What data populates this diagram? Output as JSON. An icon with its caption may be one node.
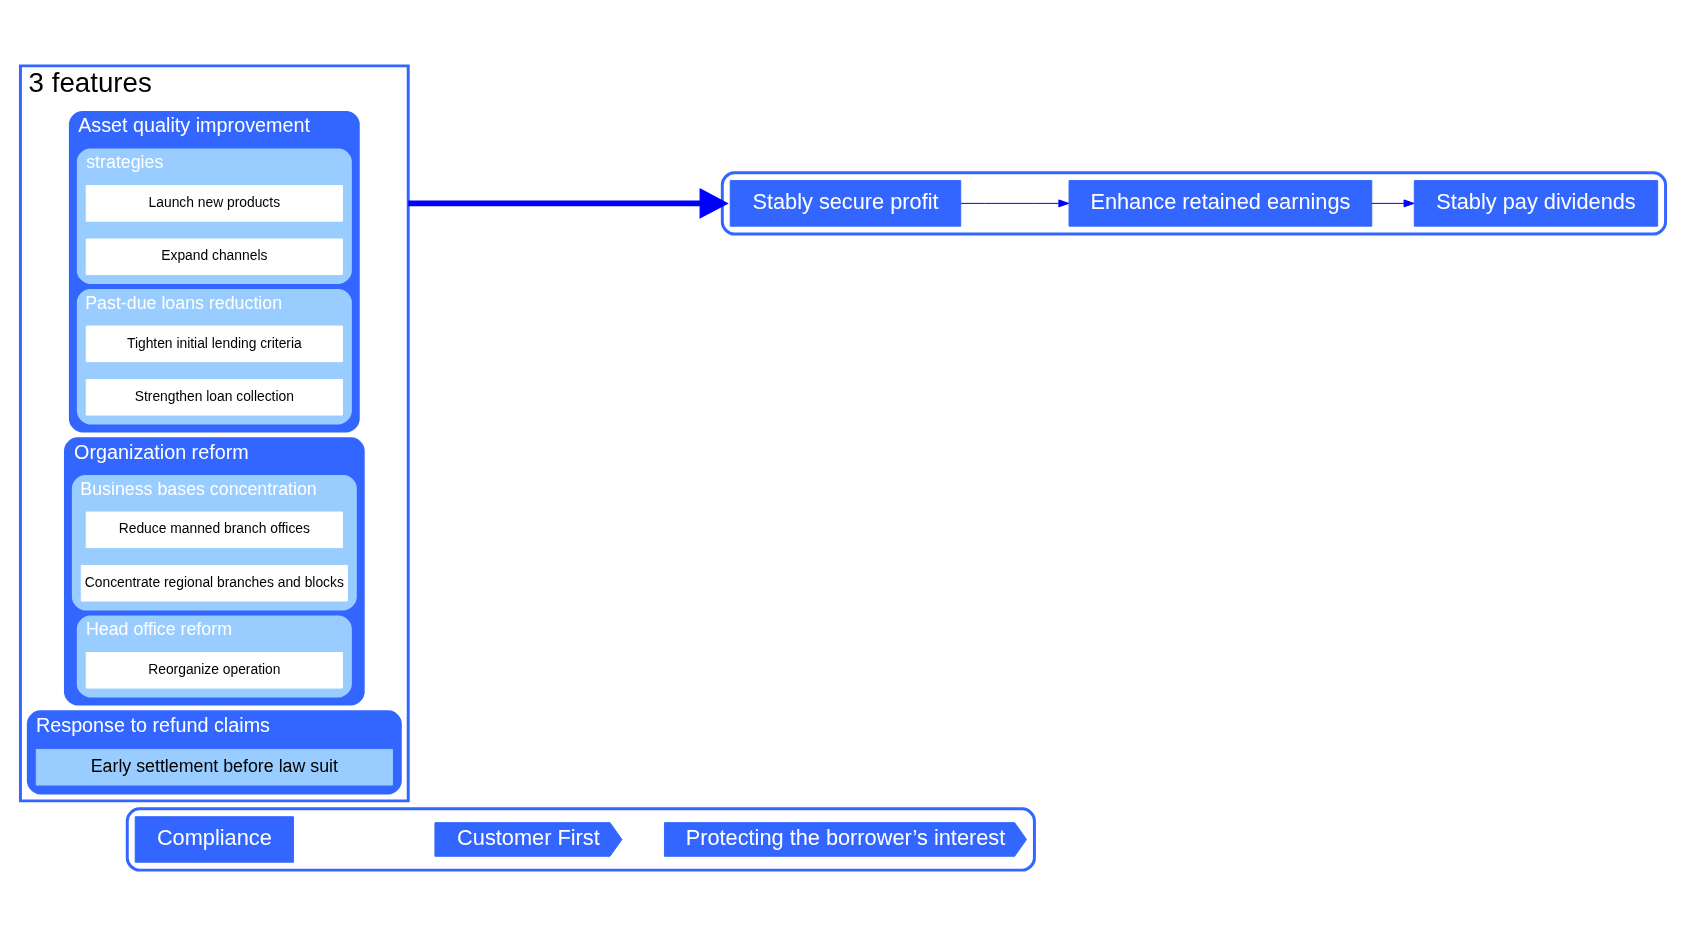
{
  "diagram": {
    "nodes": [
      {
        "text": [],
        "shape": "box"
      },
      {
        "text": [
          "Compliance"
        ],
        "in": 0
      },
      {
        "text": [
          "Customer First"
        ],
        "in": 0
      },
      {
        "text": [
          "Protecting the borrower’s interest"
        ],
        "in": 0
      },
      {
        "text": [
          "3 features"
        ]
      },
      {
        "text": [
          "Asset quality improvement"
        ],
        "in": 4
      },
      {
        "text": [
          "strategies"
        ],
        "in": 5
      },
      {
        "text": [
          "Launch new products"
        ],
        "in": 6
      },
      {
        "text": [
          "Expand channels"
        ],
        "in": 6
      },
      {
        "text": [
          "Past-due loans reduction"
        ],
        "in": 5
      },
      {
        "text": [
          "Tighten initial lending criteria"
        ],
        "in": 9
      },
      {
        "text": [
          "Strengthen loan collection"
        ],
        "in": 9
      },
      {
        "text": [
          "Organization reform"
        ],
        "in": 4
      },
      {
        "text": [
          "Business bases concentration"
        ],
        "in": 12
      },
      {
        "text": [
          "Reduce manned branch offices"
        ],
        "in": 13
      },
      {
        "text": [
          "Concentrate regional branches and blocks"
        ],
        "in": 13
      },
      {
        "text": [
          "Head office reform"
        ],
        "in": 12
      },
      {
        "text": [
          "Reorganize operation"
        ],
        "in": 16
      },
      {
        "text": [
          "Response to refund claims"
        ],
        "in": 4
      },
      {
        "text": [
          "Early settlement before law suit"
        ],
        "in": 18
      },
      {
        "text": [],
        "shape": "box"
      },
      {
        "text": [
          "Stably secure profit"
        ],
        "in": 20
      },
      {
        "text": [
          "Enhance retained earnings"
        ],
        "in": 20
      },
      {
        "text": [
          "Stably pay dividends"
        ],
        "in": 20
      }
    ],
    "edges": [
      {
        "from": 4,
        "to": 20,
        "arrow": "to",
        "style": "thick"
      },
      {
        "from": 21,
        "to": 22,
        "arrow": "to"
      },
      {
        "from": 22,
        "to": 23,
        "arrow": "to"
      }
    ]
  }
}
